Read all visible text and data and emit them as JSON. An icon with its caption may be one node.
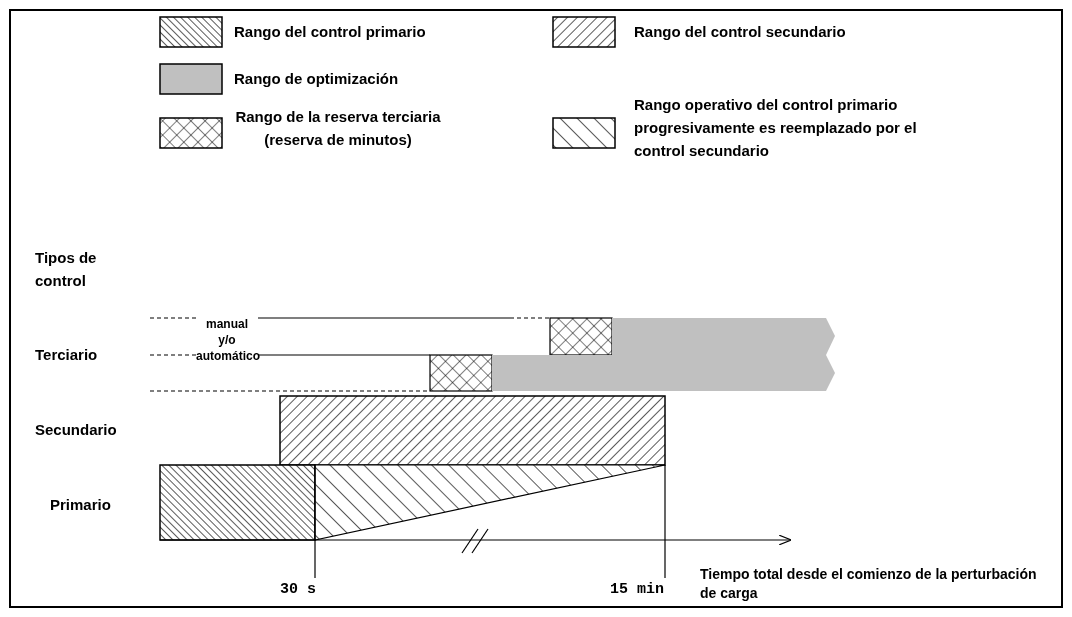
{
  "diagram": {
    "labels": [
      "Tipos de control",
      "Terciario",
      "manual y/o automático",
      "Secundario",
      "Primario",
      "30 s",
      "15 min",
      "Tiempo total desde el comienzo de la perturbación de carga"
    ],
    "legend": [
      {
        "text": "Rango del control primario"
      },
      {
        "text": "Rango del control secundario"
      },
      {
        "text": "Rango de optimización",
        "color": "#c0c0c0"
      },
      {
        "text": "Rango de la reserva terciaria (reserva de minutos)"
      },
      {
        "text": "Rango operativo del control primario progresivamente es reemplazado por el control secundario"
      }
    ]
  }
}
